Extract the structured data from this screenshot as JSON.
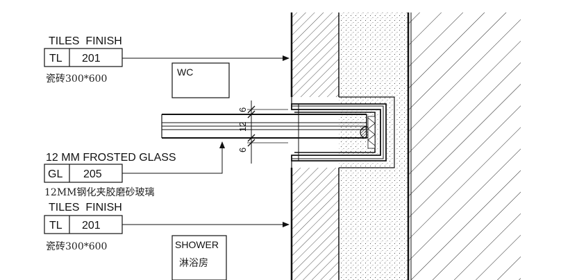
{
  "callouts": {
    "tiles_top": {
      "title": "TILES  FINISH",
      "code": "TL",
      "number": "201",
      "note": "瓷砖300*600"
    },
    "glass": {
      "title": "12 MM FROSTED GLASS",
      "code": "GL",
      "number": "205",
      "note": "12MM钢化夹胶磨砂玻璃"
    },
    "tiles_bottom": {
      "title": "TILES  FINISH",
      "code": "TL",
      "number": "201",
      "note": "瓷砖300*600"
    }
  },
  "rooms": {
    "wc": {
      "label": "WC"
    },
    "shower": {
      "label": "SHOWER",
      "note": "淋浴房"
    }
  },
  "dimensions": {
    "top": "6",
    "middle": "12",
    "bottom": "6"
  },
  "colors": {
    "line": "#111111",
    "hatch": "#222222",
    "concrete_dot": "#555555"
  }
}
